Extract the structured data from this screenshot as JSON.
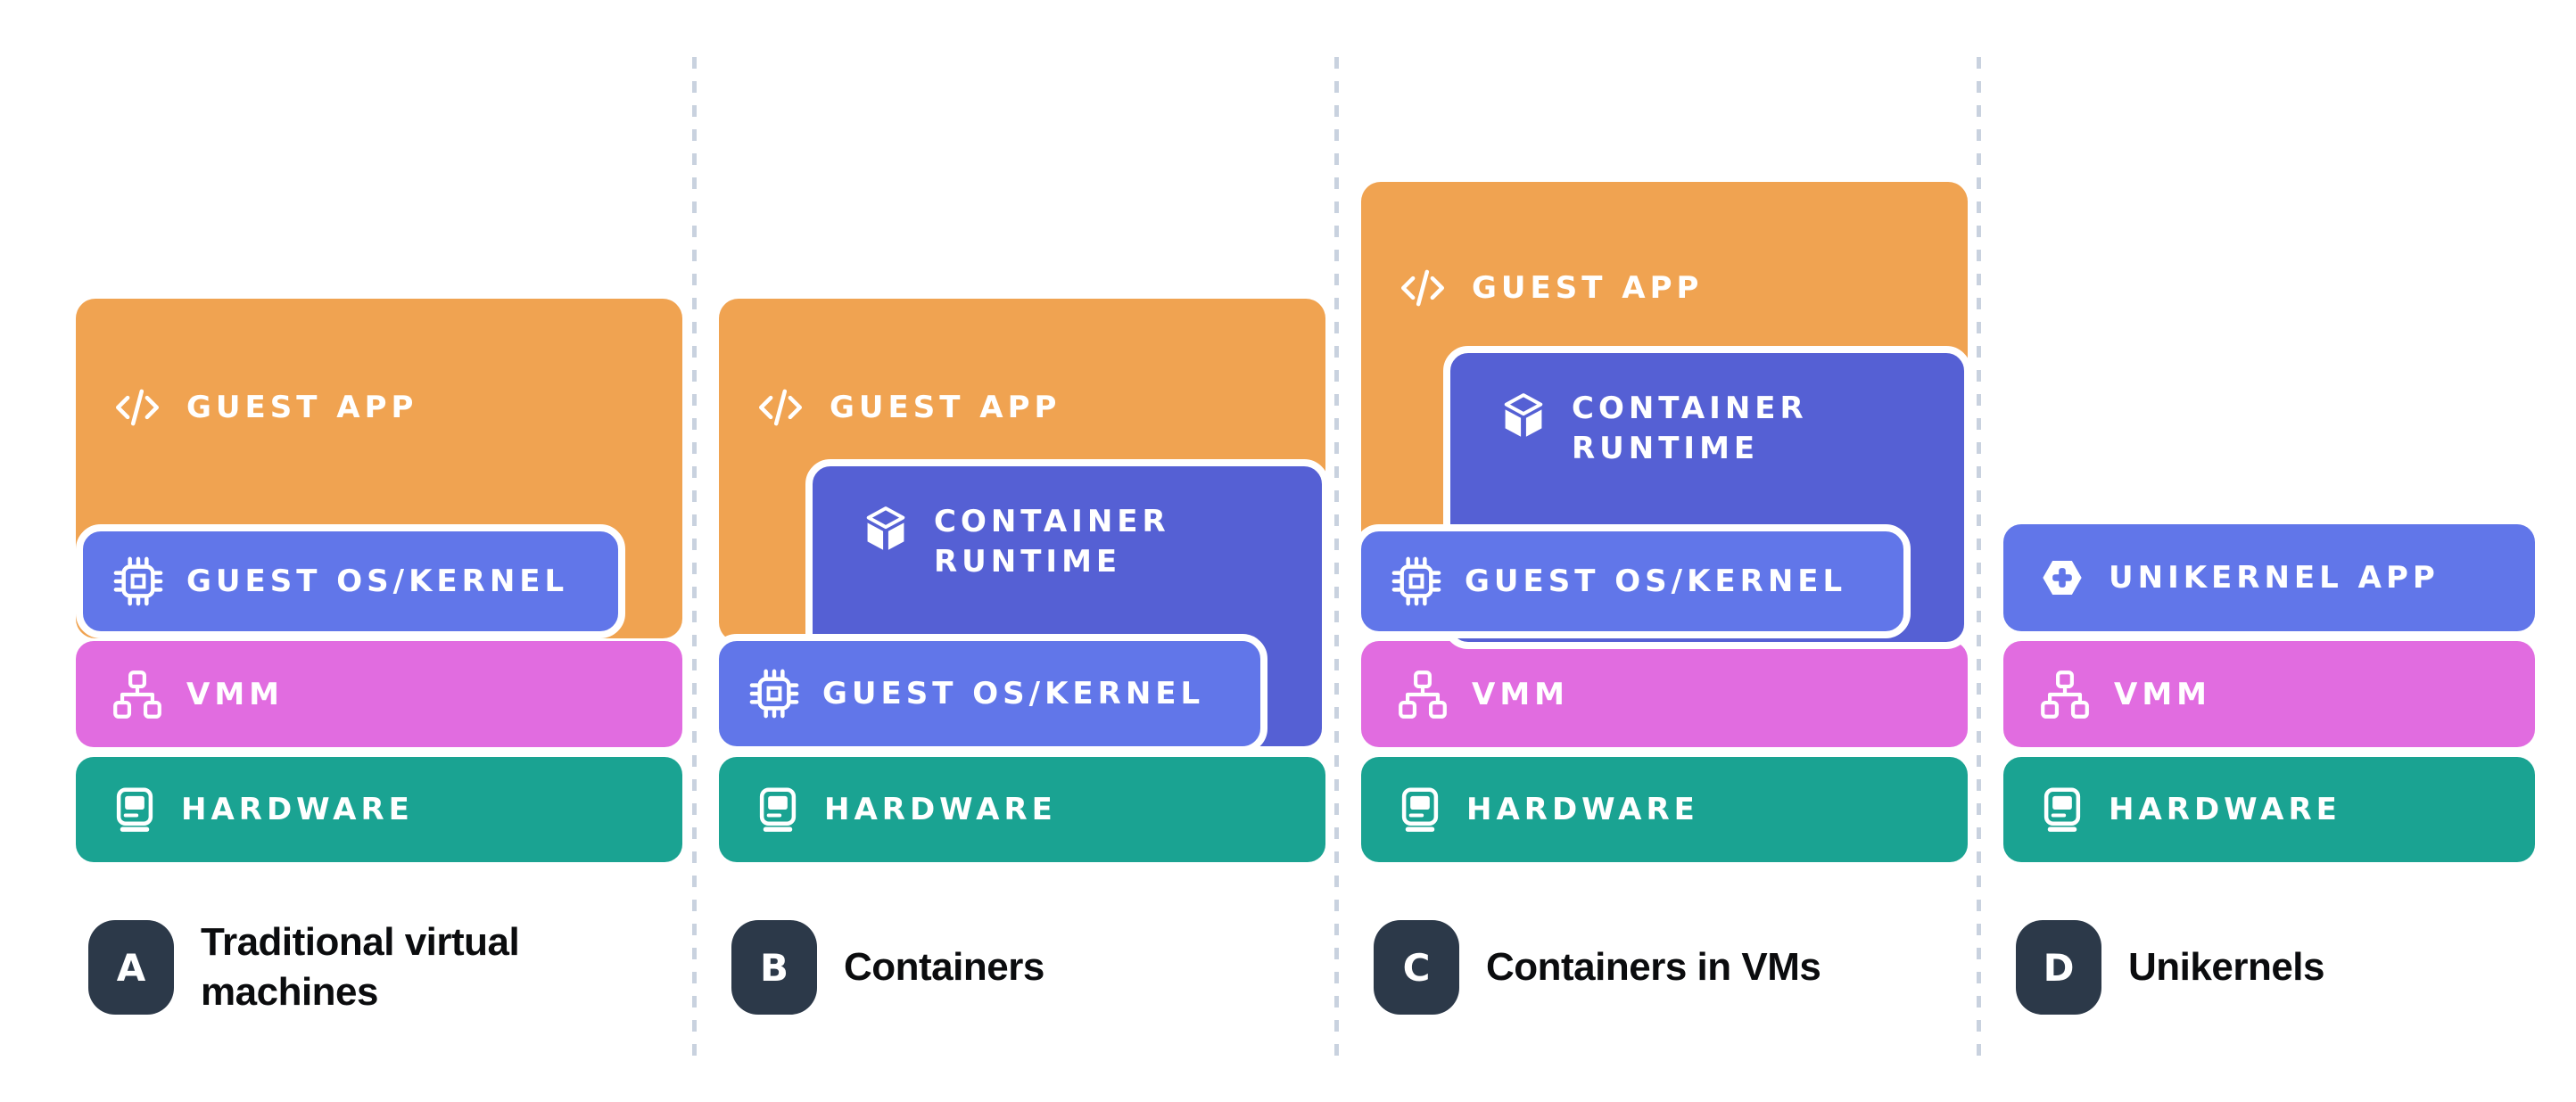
{
  "colors": {
    "guest_app_orange": "#F0A351",
    "kernel_indigo_light": "#6176E9",
    "runtime_indigo_dark": "#5560D4",
    "vmm_magenta": "#E16CE0",
    "hardware_teal": "#1AA392",
    "badge_navy": "#2C3949",
    "separator_dash": "#C9D2DF",
    "caption_text": "#0B0C0E",
    "label_text": "#FFFFFF"
  },
  "columns": [
    {
      "badge": "A",
      "caption": "Traditional virtual machines",
      "boxes": [
        {
          "label": "GUEST APP",
          "icon": "code-icon"
        },
        {
          "label": "GUEST OS/KERNEL",
          "icon": "chip-icon"
        },
        {
          "label": "VMM",
          "icon": "sitemap-icon"
        },
        {
          "label": "HARDWARE",
          "icon": "computer-icon"
        }
      ]
    },
    {
      "badge": "B",
      "caption": "Containers",
      "boxes": [
        {
          "label": "GUEST APP",
          "icon": "code-icon"
        },
        {
          "label": "CONTAINER RUNTIME",
          "icon": "cube-icon"
        },
        {
          "label": "GUEST OS/KERNEL",
          "icon": "chip-icon"
        },
        {
          "label": "HARDWARE",
          "icon": "computer-icon"
        }
      ]
    },
    {
      "badge": "C",
      "caption": "Containers in VMs",
      "boxes": [
        {
          "label": "GUEST APP",
          "icon": "code-icon"
        },
        {
          "label": "CONTAINER RUNTIME",
          "icon": "cube-icon"
        },
        {
          "label": "GUEST OS/KERNEL",
          "icon": "chip-icon"
        },
        {
          "label": "VMM",
          "icon": "sitemap-icon"
        },
        {
          "label": "HARDWARE",
          "icon": "computer-icon"
        }
      ]
    },
    {
      "badge": "D",
      "caption": "Unikernels",
      "boxes": [
        {
          "label": "UNIKERNEL APP",
          "icon": "hexagon-plus-icon"
        },
        {
          "label": "VMM",
          "icon": "sitemap-icon"
        },
        {
          "label": "HARDWARE",
          "icon": "computer-icon"
        }
      ]
    }
  ]
}
